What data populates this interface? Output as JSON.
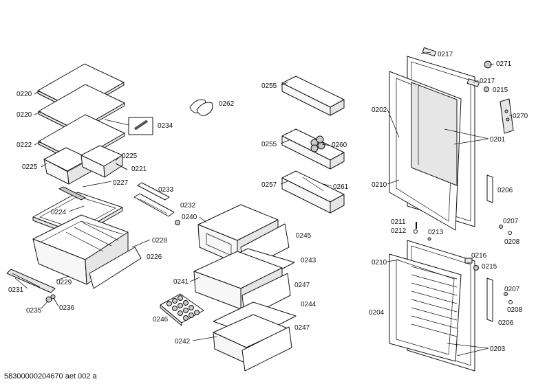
{
  "doc_id": "58300000204670 aet 002 a",
  "callouts": {
    "c0217a": "0217",
    "c0271": "0271",
    "c0217b": "0217",
    "c0215a": "0215",
    "c0270": "0270",
    "c0202": "0202",
    "c0201": "0201",
    "c0210a": "0210",
    "c0206a": "0206",
    "c0207a": "0207",
    "c0208a": "0208",
    "c0211": "0211",
    "c0212": "0212",
    "c0213": "0213",
    "c0216": "0216",
    "c0215b": "0215",
    "c0210b": "0210",
    "c0207b": "0207",
    "c0208b": "0208",
    "c0206b": "0206",
    "c0204": "0204",
    "c0203": "0203",
    "c0220a": "0220",
    "c0220b": "0220",
    "c0222": "0222",
    "c0225a": "0225",
    "c0225b": "0225",
    "c0221": "0221",
    "c0227": "0227",
    "c0224": "0224",
    "c0228": "0228",
    "c0226": "0226",
    "c0229": "0229",
    "c0231": "0231",
    "c0235": "0235",
    "c0236": "0236",
    "c0262": "0262",
    "c0234": "0234",
    "c0233": "0233",
    "c0232": "0232",
    "c0255a": "0255",
    "c0255b": "0255",
    "c0260": "0260",
    "c0257": "0257",
    "c0261": "0261",
    "c0240": "0240",
    "c0245": "0245",
    "c0243": "0243",
    "c0241": "0241",
    "c0247a": "0247",
    "c0244": "0244",
    "c0246": "0246",
    "c0242": "0242",
    "c0247b": "0247"
  }
}
